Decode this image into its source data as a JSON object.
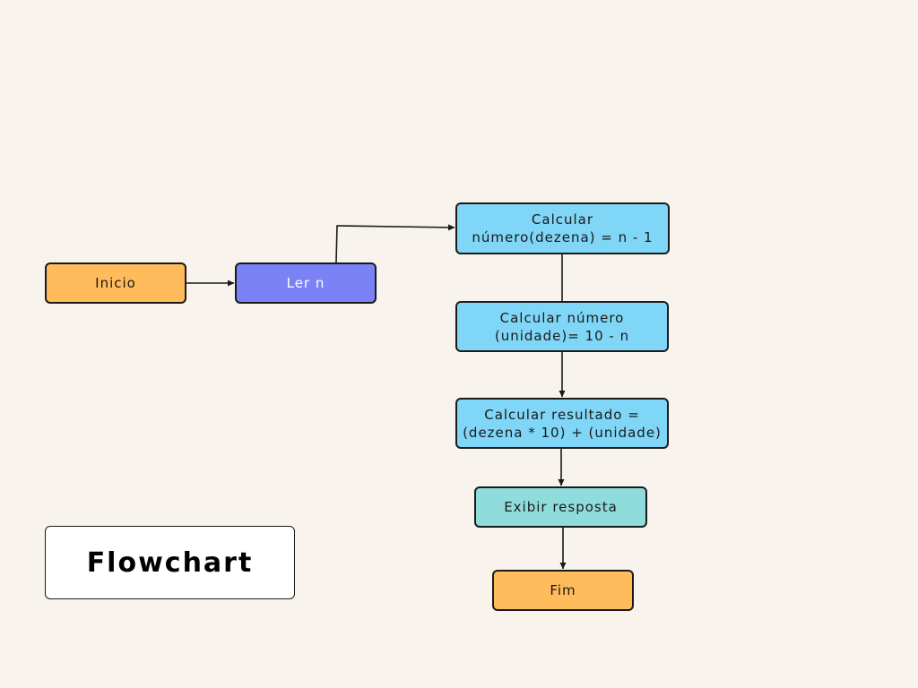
{
  "diagram": {
    "title": "Flowchart",
    "nodes": [
      {
        "id": "inicio",
        "lines": [
          "Inicio"
        ],
        "color": "#ffbb5c"
      },
      {
        "id": "ler",
        "lines": [
          "Ler n"
        ],
        "color": "#7b82f5"
      },
      {
        "id": "calc1",
        "lines": [
          "Calcular",
          "número(dezena) = n - 1"
        ],
        "color": "#7fd6f7"
      },
      {
        "id": "calc2",
        "lines": [
          "Calcular número",
          "(unidade)= 10 - n"
        ],
        "color": "#7fd6f7"
      },
      {
        "id": "calc3",
        "lines": [
          "Calcular resultado =",
          "(dezena * 10) + (unidade)"
        ],
        "color": "#7fd6f7"
      },
      {
        "id": "exibir",
        "lines": [
          "Exibir resposta"
        ],
        "color": "#8fdcdc"
      },
      {
        "id": "fim",
        "lines": [
          "Fim"
        ],
        "color": "#ffbb5c"
      }
    ],
    "edges": [
      {
        "from": "inicio",
        "to": "ler"
      },
      {
        "from": "ler",
        "to": "calc1"
      },
      {
        "from": "calc1",
        "to": "calc2"
      },
      {
        "from": "calc2",
        "to": "calc3"
      },
      {
        "from": "calc3",
        "to": "exibir"
      },
      {
        "from": "exibir",
        "to": "fim"
      }
    ]
  }
}
